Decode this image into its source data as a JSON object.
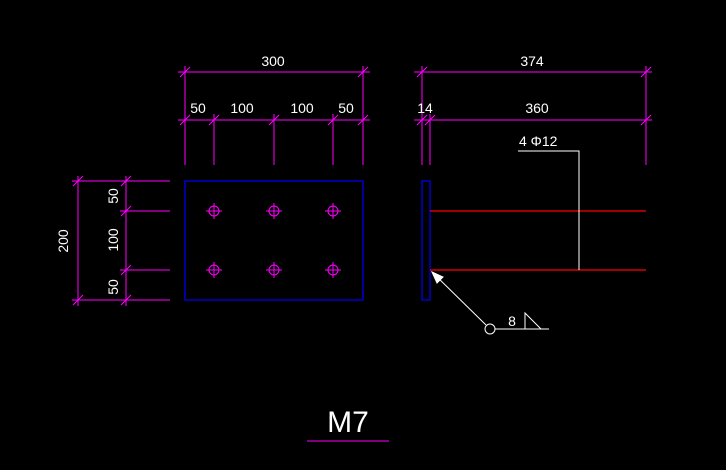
{
  "colors": {
    "background": "#000000",
    "dimension": "#ff00ff",
    "plate": "#0000ff",
    "bolt": "#ff00ff",
    "rebar": "#ff0000",
    "leader": "#ffffff",
    "text": "#ffffff"
  },
  "plan_view": {
    "width_total": "300",
    "width_segments": [
      "50",
      "100",
      "100",
      "50"
    ],
    "height_total": "200",
    "height_segments": [
      "50",
      "100",
      "50"
    ]
  },
  "side_view": {
    "length_total": "374",
    "length_segments": [
      "14",
      "360"
    ],
    "rebar_label": "4 Φ12",
    "weld_size": "8"
  },
  "drawing_label": "M7"
}
